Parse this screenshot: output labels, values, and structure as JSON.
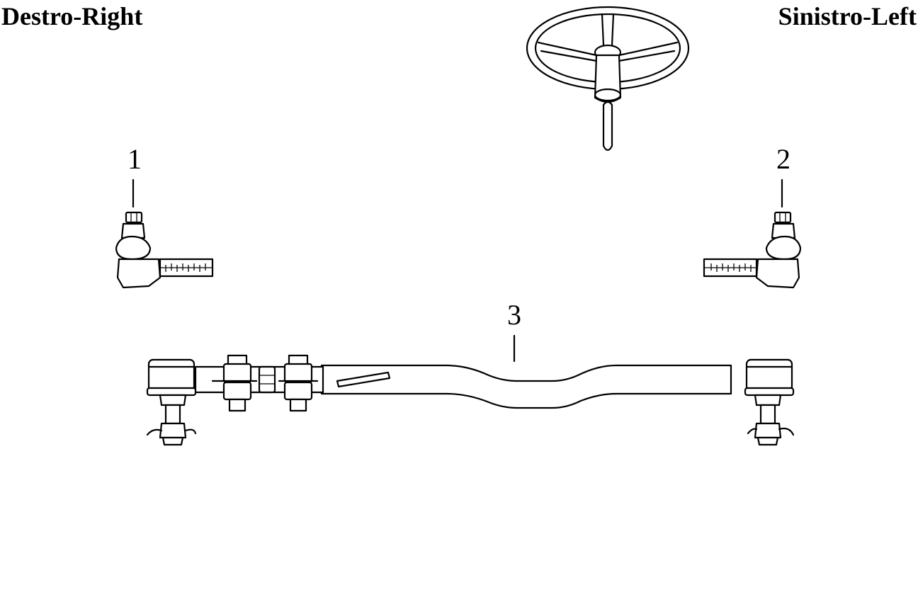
{
  "labels": {
    "right_side": "Destro-Right",
    "left_side": "Sinistro-Left"
  },
  "callouts": [
    {
      "number": "1",
      "part": "tie-rod-end-right"
    },
    {
      "number": "2",
      "part": "tie-rod-end-left"
    },
    {
      "number": "3",
      "part": "tie-rod-assembly"
    }
  ],
  "icons": [
    "steering-wheel-icon"
  ]
}
